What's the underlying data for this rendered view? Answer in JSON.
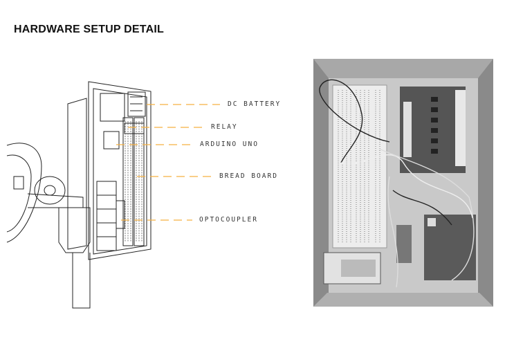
{
  "title": "HARDWARE SETUP DETAIL",
  "callouts": [
    {
      "label": "DC BATTERY"
    },
    {
      "label": "RELAY"
    },
    {
      "label": "ARDUINO UNO"
    },
    {
      "label": "BREAD BOARD"
    },
    {
      "label": "OPTOCOUPLER"
    }
  ],
  "colors": {
    "callout_line": "#f5b041",
    "photo_bg": "#8a8a8a"
  }
}
